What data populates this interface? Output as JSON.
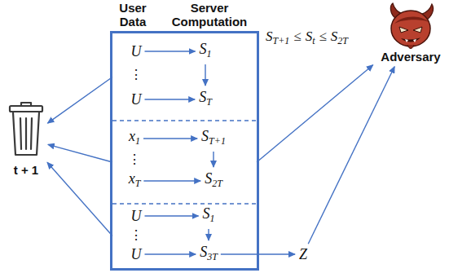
{
  "diagram": {
    "nodes": [
      {
        "text": [
          "User Data",
          "Server Computation"
        ]
      },
      {
        "text": [],
        "in": 0
      },
      {
        "text": [
          "U"
        ],
        "in": 1
      },
      {
        "text": [
          "S",
          "1"
        ],
        "in": 1
      },
      {
        "text": [
          "U"
        ],
        "in": 1
      },
      {
        "text": [
          "S",
          "T"
        ],
        "in": 1
      },
      {
        "text": [],
        "in": 0
      },
      {
        "text": [
          "x",
          "1"
        ],
        "in": 6
      },
      {
        "text": [
          "S",
          "T+1"
        ],
        "in": 6
      },
      {
        "text": [
          "x",
          "T"
        ],
        "in": 6
      },
      {
        "text": [
          "S",
          "2T"
        ],
        "in": 6
      },
      {
        "text": [],
        "in": 0
      },
      {
        "text": [
          "U"
        ],
        "in": 11
      },
      {
        "text": [
          "S",
          "1"
        ],
        "in": 11
      },
      {
        "text": [
          "U"
        ],
        "in": 11
      },
      {
        "text": [
          "S",
          "3T"
        ],
        "in": 11
      },
      {
        "text": [
          "Z"
        ]
      },
      {
        "text": [
          "t + 1"
        ]
      },
      {
        "text": [
          "Adversary"
        ]
      }
    ],
    "edges": [
      {
        "from": 2,
        "to": 3,
        "arrow": "to"
      },
      {
        "from": 3,
        "to": 5,
        "arrow": "to"
      },
      {
        "from": 4,
        "to": 5,
        "arrow": "to"
      },
      {
        "from": 7,
        "to": 8,
        "arrow": "to"
      },
      {
        "from": 8,
        "to": 10,
        "arrow": "to"
      },
      {
        "from": 9,
        "to": 10,
        "arrow": "to"
      },
      {
        "from": 12,
        "to": 13,
        "arrow": "to"
      },
      {
        "from": 13,
        "to": 15,
        "arrow": "to"
      },
      {
        "from": 14,
        "to": 15,
        "arrow": "to"
      },
      {
        "from": 15,
        "to": 16,
        "arrow": "to"
      },
      {
        "from": 16,
        "to": 18,
        "arrow": "to"
      },
      {
        "from": 6,
        "to": 18,
        "arrow": "to"
      },
      {
        "from": 1,
        "to": 17,
        "arrow": "to"
      },
      {
        "from": 6,
        "to": 17,
        "arrow": "to"
      },
      {
        "from": 11,
        "to": 17,
        "arrow": "to"
      }
    ],
    "labels": [
      "S",
      "T+1",
      "≤",
      "S",
      "t",
      "≤",
      "S",
      "2T",
      "⋮",
      "⋮",
      "⋮"
    ]
  }
}
